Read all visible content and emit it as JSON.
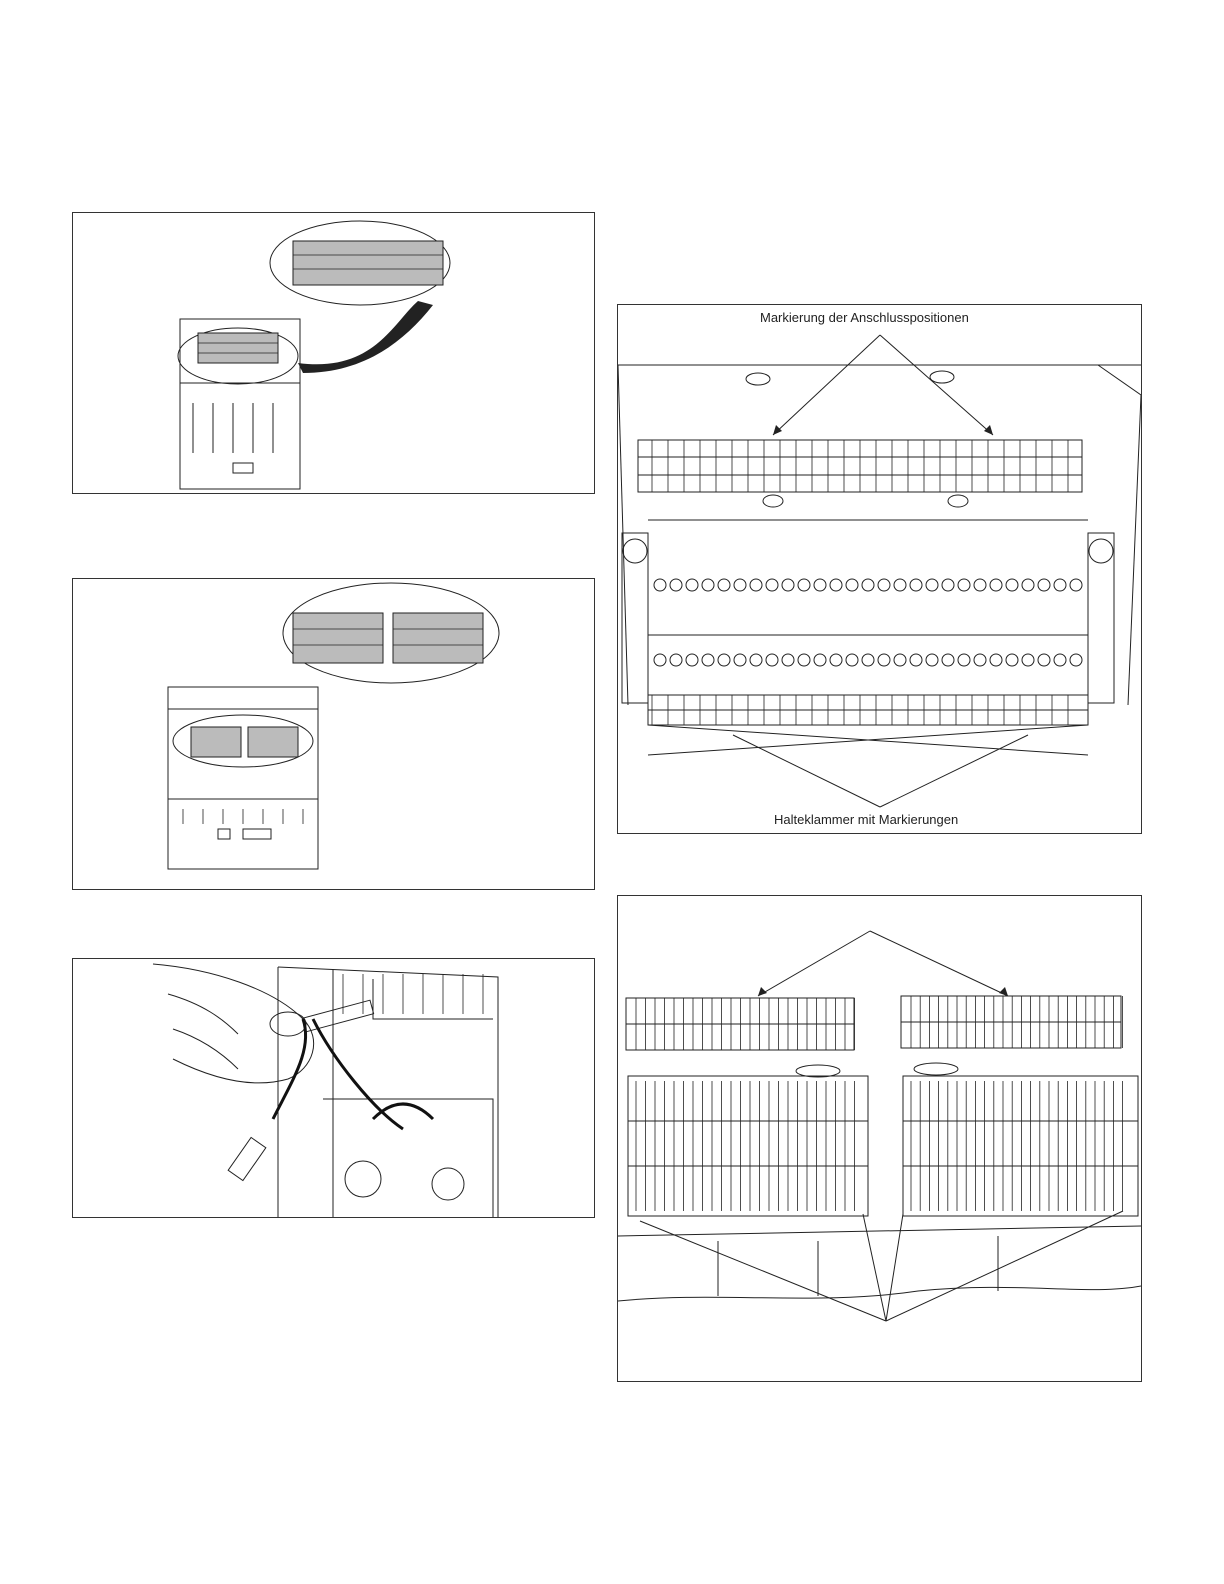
{
  "page": {
    "background": "#ffffff",
    "line_color": "#222222"
  },
  "figures": {
    "fig1": {
      "icon": "terminal-block-zoom-illustration"
    },
    "fig2": {
      "icon": "double-terminal-block-zoom-illustration"
    },
    "fig3": {
      "icon": "hand-wiring-connector-illustration"
    },
    "fig4": {
      "icon": "terminal-block-closeup-illustration",
      "caption_top": "Markierung der Anschlusspositionen",
      "caption_bottom": "Halteklammer mit Markierungen"
    },
    "fig5": {
      "icon": "marker-strips-closeup-illustration"
    }
  }
}
